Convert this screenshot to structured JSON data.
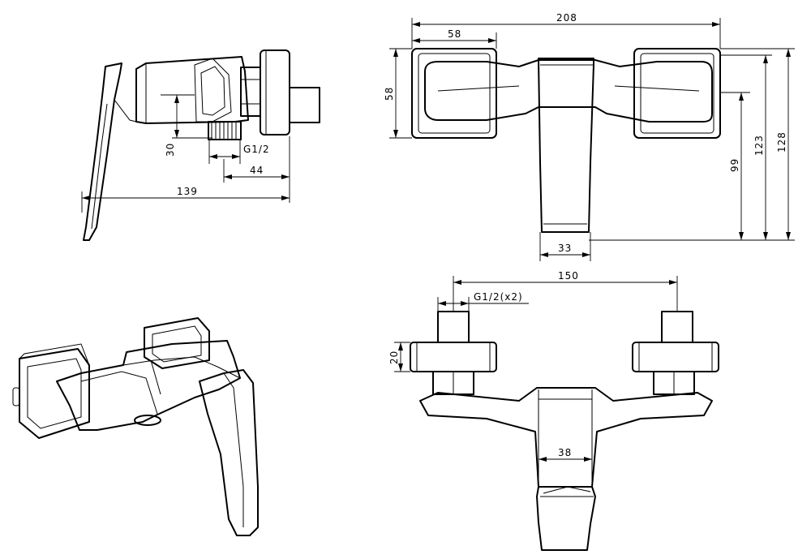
{
  "side_view": {
    "dim_height": "30",
    "dim_thread": "G1/2",
    "dim_depth": "44",
    "dim_length": "139"
  },
  "top_view": {
    "dim_total_width": "208",
    "dim_flange_width": "58",
    "dim_flange_height": "58",
    "dim_outlet_offset": "99",
    "dim_height_123": "123",
    "dim_height_128": "128",
    "dim_handle_width": "33"
  },
  "front_view": {
    "dim_centers": "150",
    "dim_thread": "G1/2(x2)",
    "dim_flange_thickness": "20",
    "dim_spout_width": "38"
  }
}
